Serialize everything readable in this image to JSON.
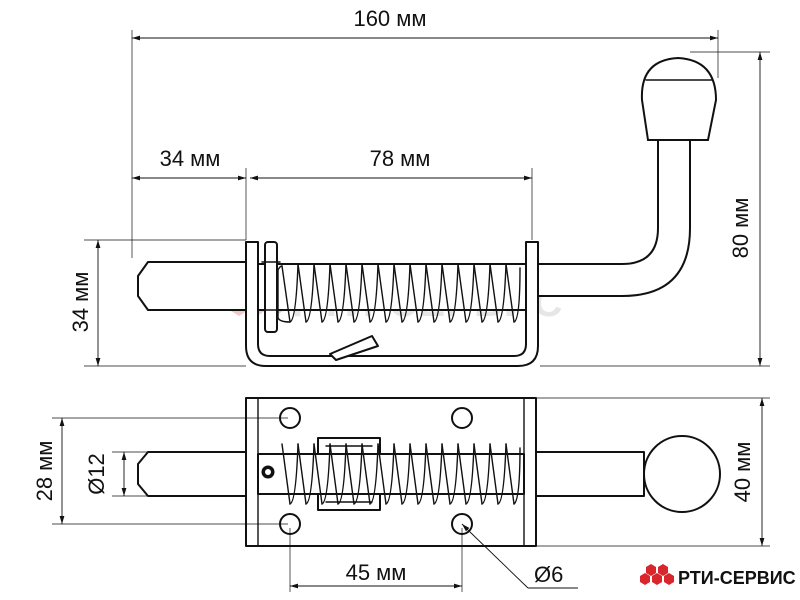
{
  "dimensions": {
    "overall_length": "160 мм",
    "pin_extension": "34 мм",
    "spring_length": "78 мм",
    "height": "80 мм",
    "side_height": "34 мм",
    "bracket_width": "28 мм",
    "pin_diameter": "Ø12",
    "body_width": "40 мм",
    "hole_spacing": "45 мм",
    "hole_diameter": "Ø6"
  },
  "watermark": {
    "text": "РТИ-СЕРВИС"
  },
  "brand": {
    "name": "РТИ-СЕРВИС",
    "accent_color": "#d9262c"
  }
}
